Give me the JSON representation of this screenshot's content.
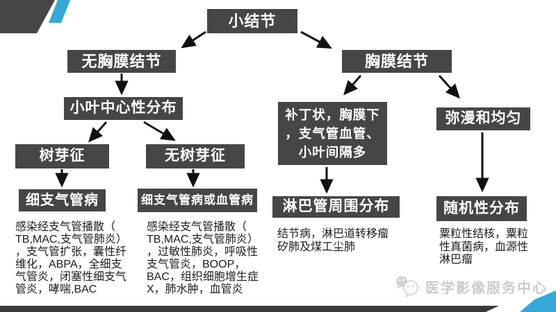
{
  "colors": {
    "node_background": "#464646",
    "node_text": "#ffffff",
    "accent_blue": "#36a8d8",
    "bottom_bar": "#3a3a3a",
    "body_text": "#1b1b1b",
    "watermark_gray": "#c8ccd0"
  },
  "flowchart": {
    "root": "小结节",
    "left": {
      "no_pleural": "无胸膜结节",
      "centrilobular": "小叶中心性分布",
      "tree_bud": "树芽征",
      "no_tree_bud": "无树芽征",
      "bronchiolar": "细支气管病",
      "bronchiolar_causes": [
        "感染经支气管播散（",
        "TB,MAC,支气管肺炎）",
        "，支气管扩张，囊性纤",
        "维化，ABPA，全细支",
        "气管炎，闭塞性细支气",
        "管炎，哮喘,BAC"
      ],
      "bronchiolar_or_vascular": "细支气管病或血管病",
      "bronchiolar_or_vascular_causes": [
        "感染经支气管播散（",
        "TB,MAC,支气管肺炎）",
        "，过敏性肺炎，呼吸性",
        "支气管炎，BOOP，",
        "BAC，组织细胞增生症",
        "X，肺水肿，血管炎"
      ]
    },
    "right": {
      "pleural": "胸膜结节",
      "patchy": [
        "补丁状，胸膜下",
        "，支气管血管、",
        "小叶间隔多"
      ],
      "perilymphatic": "淋巴管周围分布",
      "perilymphatic_causes": [
        "结节病，淋巴道转移瘤",
        "矽肺及煤工尘肺"
      ],
      "diffuse": "弥漫和均匀",
      "random": "随机性分布",
      "random_causes": [
        "粟粒性结核，粟粒",
        "性真菌病，血源性",
        "淋巴瘤"
      ]
    }
  },
  "watermark": {
    "label": "医学影像服务中心",
    "logo": "wechat-bubbles-icon"
  }
}
